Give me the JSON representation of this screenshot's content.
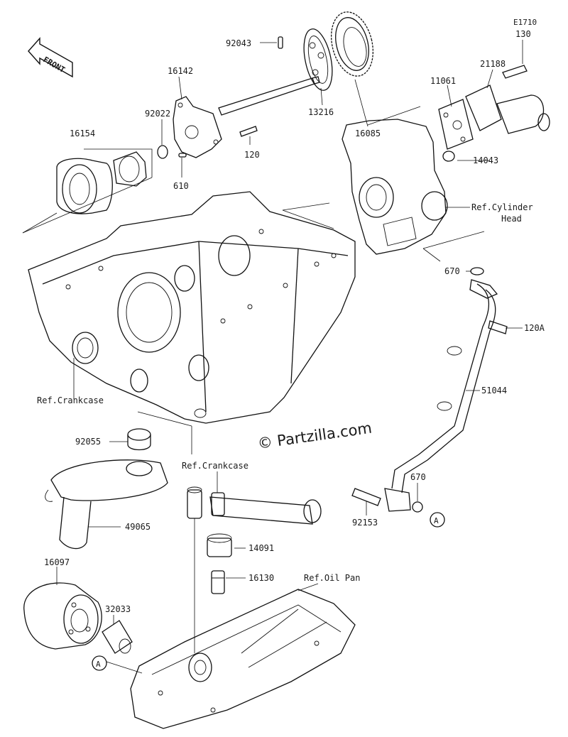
{
  "diagram": {
    "front_label": "FRONT",
    "watermark": "© Partzilla.com",
    "parts": {
      "p92043": "92043",
      "p16085": "16085",
      "p13216": "13216",
      "p16142": "16142",
      "p92022": "92022",
      "p120": "120",
      "p16154": "16154",
      "p610": "610",
      "pE1710": "E1710",
      "p130": "130",
      "p21188": "21188",
      "p11061": "11061",
      "p14043": "14043",
      "p670a": "670",
      "p120A": "120A",
      "p51044": "51044",
      "p670b": "670",
      "p92153": "92153",
      "p92055": "92055",
      "p49065": "49065",
      "p14091": "14091",
      "p16130": "16130",
      "p16097": "16097",
      "p32033": "32033"
    },
    "refs": {
      "cylinder_head_1": "Ref.Cylinder",
      "cylinder_head_2": "Head",
      "crankcase_left": "Ref.Crankcase",
      "crankcase_mid": "Ref.Crankcase",
      "oil_pan": "Ref.Oil Pan"
    },
    "callout_a": "A"
  }
}
